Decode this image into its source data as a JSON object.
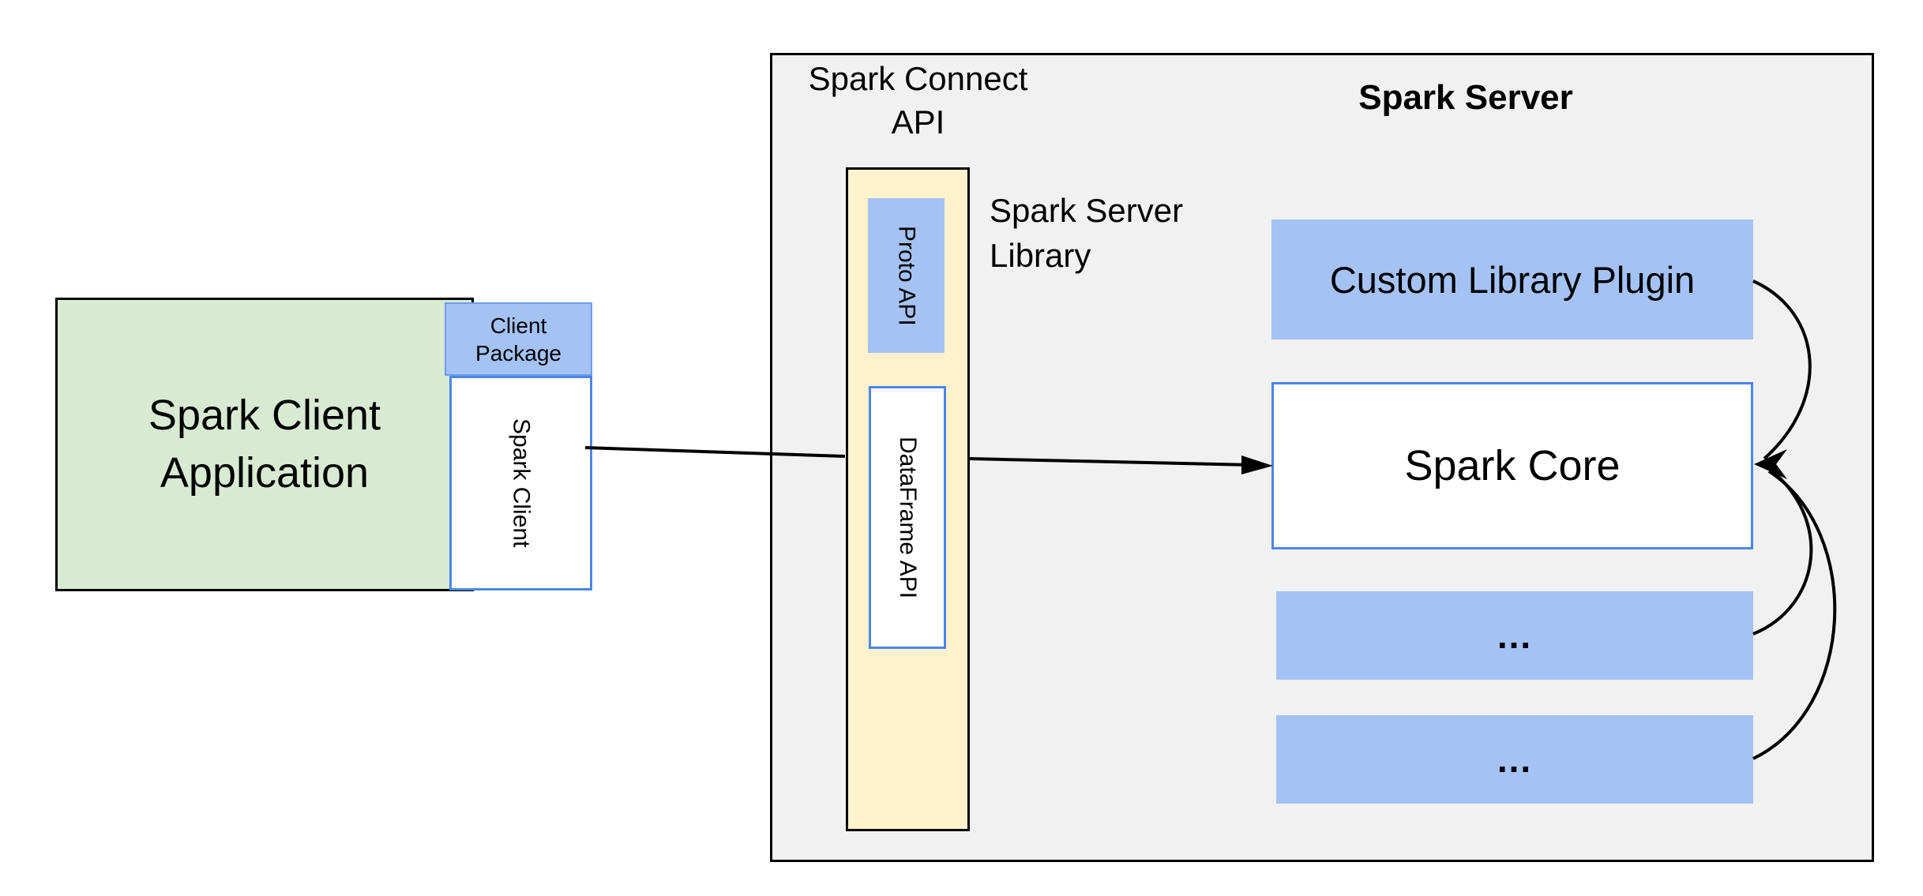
{
  "colors": {
    "green_fill": "#d9ead3",
    "blue_fill": "#a4c2f4",
    "blue_border": "#4a86e8",
    "yellow_fill": "#fff2cc",
    "gray_fill": "#f1f1f2",
    "line_color": "#000000"
  },
  "client": {
    "application_label": "Spark Client Application",
    "package_label": "Client Package",
    "spark_client_label": "Spark Client"
  },
  "connect_api": {
    "title": "Spark Connect API",
    "proto_api_label": "Proto API",
    "dataframe_api_label": "DataFrame API",
    "server_library_label": "Spark Server Library"
  },
  "server": {
    "title": "Spark Server",
    "custom_plugin_label": "Custom Library Plugin",
    "core_label": "Spark Core",
    "placeholder_1": "...",
    "placeholder_2": "..."
  }
}
